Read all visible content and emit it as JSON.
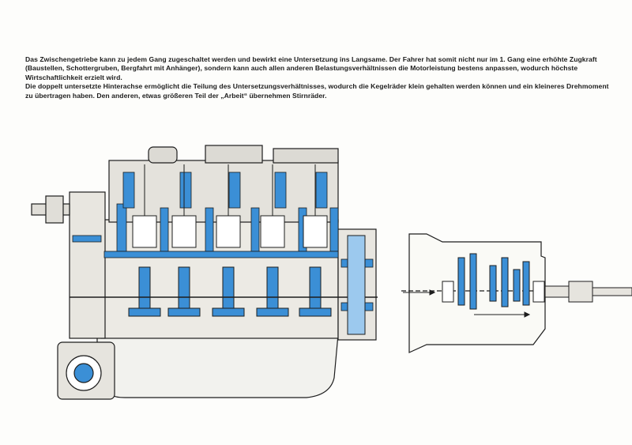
{
  "document": {
    "paragraphs": [
      "Das Zwischengetriebe kann zu jedem Gang zugeschaltet werden und bewirkt eine Untersetzung ins Langsame. Der Fahrer hat somit nicht nur im 1. Gang eine erhöhte Zugkraft (Baustellen, Schottergruben, Bergfahrt mit Anhänger), sondern kann auch allen anderen Belastungsverhältnissen die Motorleistung bestens anpassen, wodurch höchste Wirtschaftlichkeit erzielt wird.",
      "Die doppelt untersetzte Hinterachse ermöglicht die Teilung des Untersetzungsverhältnisses, wodurch die Kegelräder klein gehalten werden können und ein kleineres Drehmoment zu übertragen haben. Den anderen, etwas größeren Teil der „Arbeit“ übernehmen Stirnräder."
    ]
  },
  "colors": {
    "ink": "#1d1d1d",
    "cutaway_blue": "#3b8fd6",
    "light_blue": "#9cc9ee",
    "paper": "#fdfdfb"
  },
  "figures": {
    "engine_icon": "engine-cutaway-illustration",
    "gearbox_icon": "transfer-gearbox-section-illustration"
  }
}
